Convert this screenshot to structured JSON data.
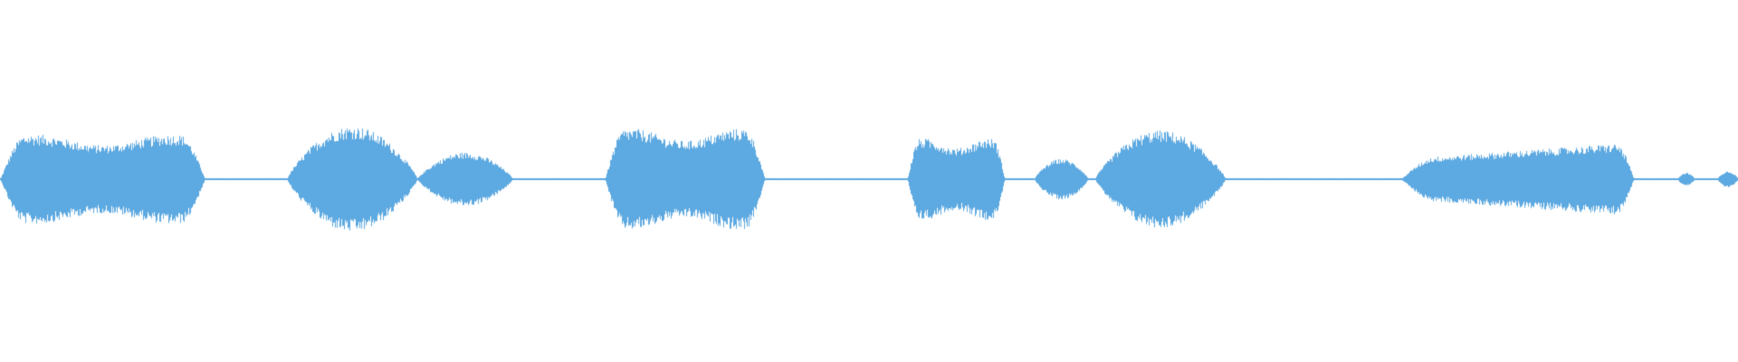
{
  "waveform": {
    "color": "#5DA9E1",
    "background": "#FFFFFF",
    "baseline_amplitude": 0.012,
    "segments": [
      {
        "start": 0.0,
        "end": 0.118,
        "peak": 0.55,
        "shape": "plateau"
      },
      {
        "start": 0.165,
        "end": 0.24,
        "peak": 0.65,
        "shape": "hump"
      },
      {
        "start": 0.24,
        "end": 0.295,
        "peak": 0.33,
        "shape": "hump"
      },
      {
        "start": 0.348,
        "end": 0.44,
        "peak": 0.62,
        "shape": "plateau"
      },
      {
        "start": 0.522,
        "end": 0.578,
        "peak": 0.5,
        "shape": "plateau"
      },
      {
        "start": 0.595,
        "end": 0.626,
        "peak": 0.25,
        "shape": "hump"
      },
      {
        "start": 0.63,
        "end": 0.705,
        "peak": 0.6,
        "shape": "hump"
      },
      {
        "start": 0.806,
        "end": 0.94,
        "peak": 0.45,
        "shape": "ramp"
      },
      {
        "start": 0.965,
        "end": 0.975,
        "peak": 0.08,
        "shape": "hump"
      },
      {
        "start": 0.988,
        "end": 1.0,
        "peak": 0.1,
        "shape": "hump"
      }
    ]
  }
}
